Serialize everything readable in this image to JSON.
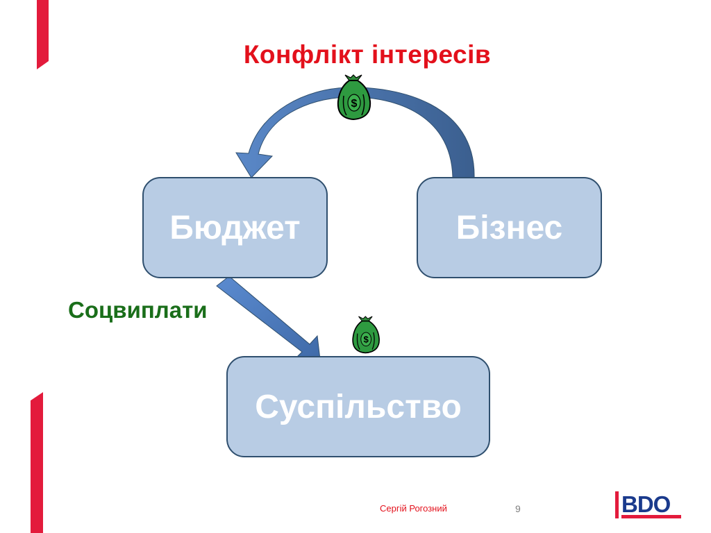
{
  "title": "Конфлікт інтересів",
  "nodes": {
    "budget": "Бюджет",
    "business": "Бізнес",
    "society": "Суспільство"
  },
  "edge_label": "Соцвиплати",
  "footer": {
    "author": "Сергій Рогозний",
    "page_number": "9"
  },
  "logo_text": "BDO",
  "icons": {
    "money_bag_top": "money-bag-icon",
    "money_bag_bottom": "money-bag-icon"
  },
  "colors": {
    "accent_red": "#e31b3c",
    "box_fill": "#b8cce4",
    "box_border": "#2f4f6e",
    "arrow_blue": "#4472c4",
    "label_green": "#1a6e1a"
  }
}
